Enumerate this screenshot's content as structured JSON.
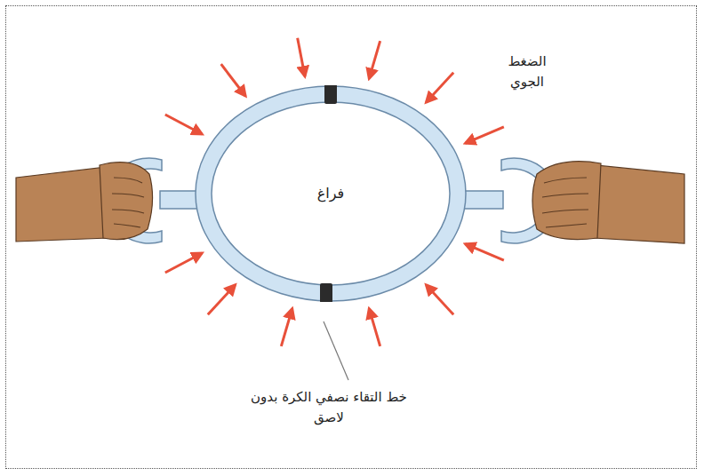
{
  "diagram": {
    "nodes": [
      {
        "text": [
          "فراغ"
        ]
      }
    ],
    "labels": [
      "الضغط الجوي",
      "خط التقاء نصفي الكرة بدون لاصق"
    ]
  }
}
